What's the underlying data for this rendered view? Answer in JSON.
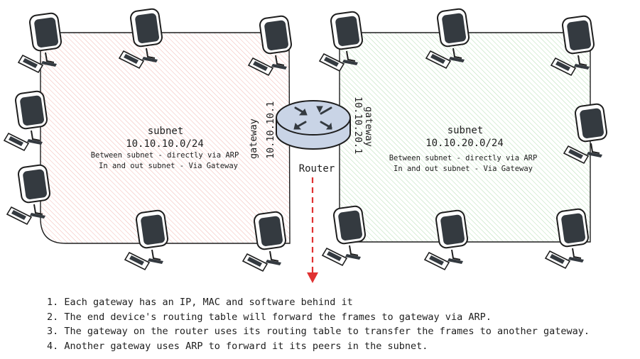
{
  "subnets": [
    {
      "title": "subnet",
      "cidr": "10.10.10.0/24",
      "note_within": "Between subnet - directly via ARP",
      "note_outside": "In and out subnet - Via Gateway",
      "fill": "#f7d9d6",
      "gateway_label": "gateway",
      "gateway_ip": "10.10.10.1"
    },
    {
      "title": "subnet",
      "cidr": "10.10.20.0/24",
      "note_within": "Between subnet - directly via ARP",
      "note_outside": "In and out subnet - Via Gateway",
      "fill": "#d7efd6",
      "gateway_label": "gateway",
      "gateway_ip": "10.10.20.1"
    }
  ],
  "router": {
    "label": "Router",
    "color": "#c9d4e6"
  },
  "arrow_color": "#e03131",
  "notes": [
    "1. Each gateway has an IP, MAC and software behind it",
    "2. The end device's routing table will forward the frames to gateway via ARP.",
    "3. The gateway on the router uses its routing table to transfer the frames to another gateway.",
    "4. Another gateway uses ARP to forward it its peers in the subnet."
  ]
}
